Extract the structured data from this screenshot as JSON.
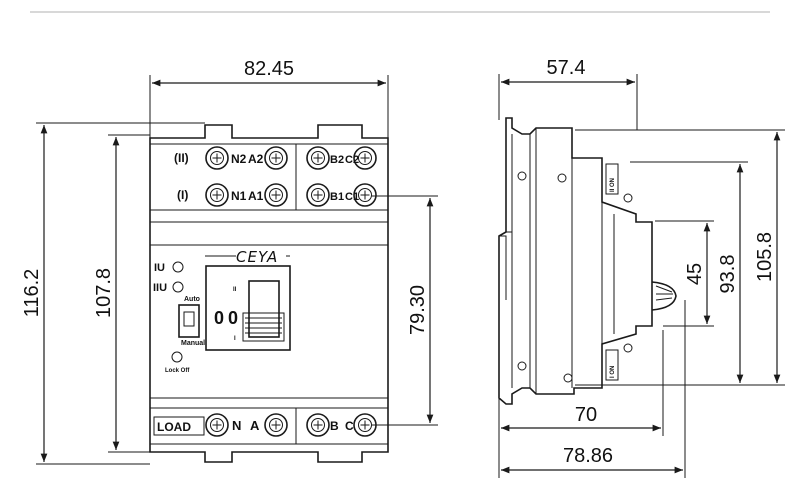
{
  "front_view": {
    "width_dim": "82.45",
    "height_outer_dim": "116.2",
    "height_inner_dim": "107.8",
    "terminal_spacing_dim": "79.30",
    "row_II_label": "(II)",
    "row_I_label": "(I)",
    "top_row_terminals": [
      "N2",
      "A2",
      "B2",
      "C2"
    ],
    "mid_row_terminals": [
      "N1",
      "A1",
      "B1",
      "C1"
    ],
    "bottom_row_terminals": [
      "N",
      "A",
      "B",
      "C"
    ],
    "load_label": "LOAD",
    "indicator_1": "IU",
    "indicator_2": "IIU",
    "auto_label": "Auto",
    "manual_label": "Manual",
    "lock_label": "Lock Off",
    "brand": "CEYA",
    "switch_positions": [
      "0",
      "0"
    ],
    "switch_marks": [
      "II",
      "I"
    ]
  },
  "side_view": {
    "width_dim": "57.4",
    "depth_70_dim": "70",
    "depth_total_dim": "78.86",
    "height_45_dim": "45",
    "height_93_dim": "93.8",
    "height_105_dim": "105.8",
    "top_tag": "II ON",
    "bottom_tag": "I ON"
  },
  "colors": {
    "line": "#1a1a1a",
    "background": "#ffffff",
    "divider": "#d8d8d8"
  }
}
